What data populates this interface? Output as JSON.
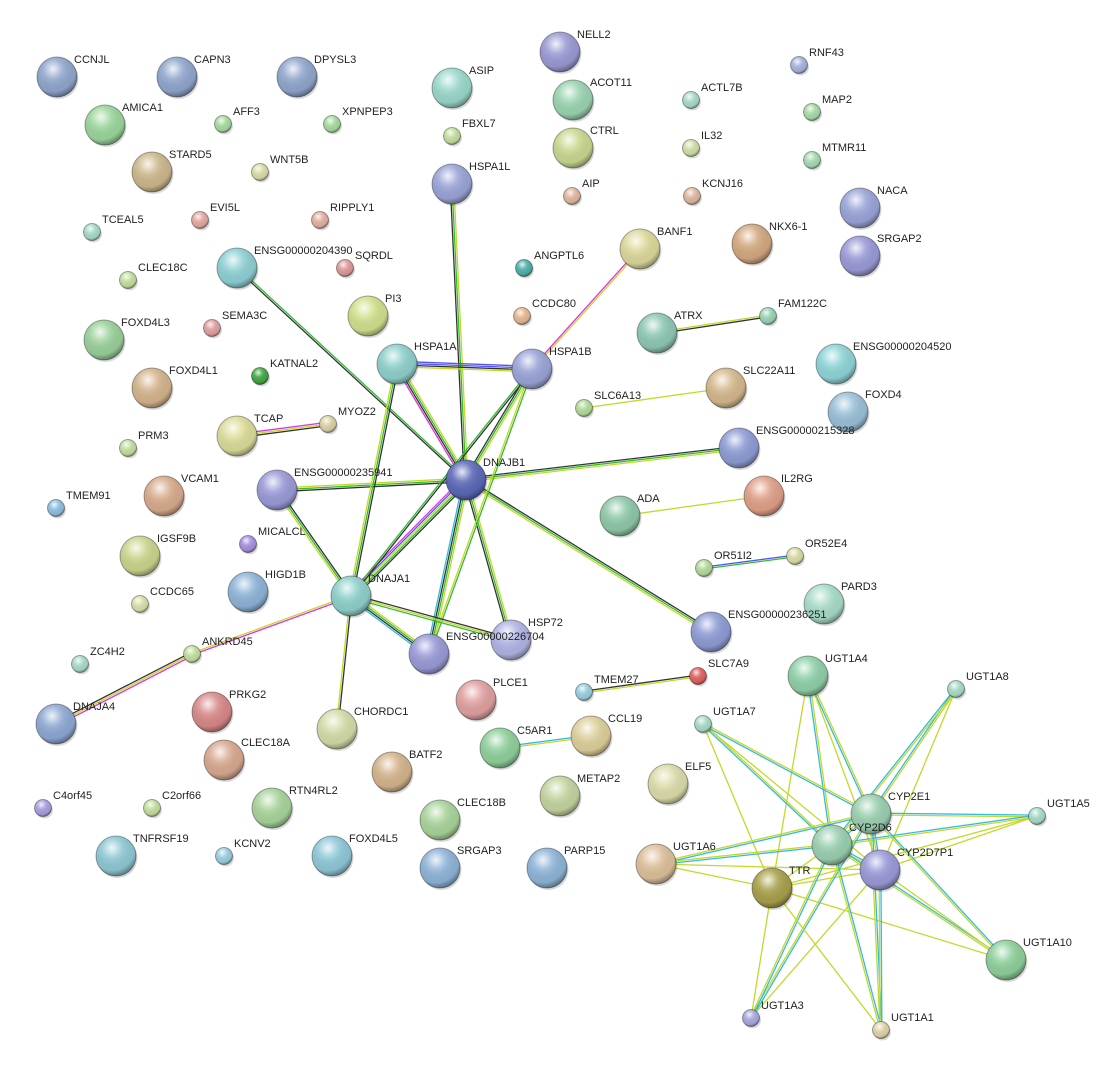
{
  "edge_colors": {
    "k": "#333333",
    "g": "#33bb33",
    "y": "#c4d82a",
    "c": "#33bbdd",
    "m": "#dd33dd",
    "b": "#5555ee"
  },
  "nodes": [
    {
      "id": "CCNJL",
      "color": "#8fa6cc"
    },
    {
      "id": "CAPN3",
      "color": "#8fa6cc"
    },
    {
      "id": "DPYSL3",
      "color": "#8fa6cc"
    },
    {
      "id": "AMICA1",
      "color": "#9bd69b"
    },
    {
      "id": "AFF3",
      "color": "#a8dca0"
    },
    {
      "id": "XPNPEP3",
      "color": "#a8dca0"
    },
    {
      "id": "STARD5",
      "color": "#cdb88c"
    },
    {
      "id": "WNT5B",
      "color": "#dcdca8"
    },
    {
      "id": "NELL2",
      "color": "#9a9ad4"
    },
    {
      "id": "ASIP",
      "color": "#9ad8cc"
    },
    {
      "id": "ACOT11",
      "color": "#9ad4b0"
    },
    {
      "id": "FBXL7",
      "color": "#c4e0a0"
    },
    {
      "id": "CTRL",
      "color": "#c8d890"
    },
    {
      "id": "RNF43",
      "color": "#a8b4e0"
    },
    {
      "id": "ACTL7B",
      "color": "#a8dcc8"
    },
    {
      "id": "MAP2",
      "color": "#a8dca8"
    },
    {
      "id": "IL32",
      "color": "#d0e0a8"
    },
    {
      "id": "MTMR11",
      "color": "#a8dcb4"
    },
    {
      "id": "HSPA1L",
      "color": "#9aa4d8"
    },
    {
      "id": "AIP",
      "color": "#e0b8a0"
    },
    {
      "id": "KCNJ16",
      "color": "#e0b8a0"
    },
    {
      "id": "NACA",
      "color": "#9aa4d8"
    },
    {
      "id": "TCEAL5",
      "color": "#a8dcc8"
    },
    {
      "id": "EVI5L",
      "color": "#e4aaa0"
    },
    {
      "id": "RIPPLY1",
      "color": "#e4b0a0"
    },
    {
      "id": "ENSG00000204390",
      "color": "#8ed0d4"
    },
    {
      "id": "SQRDL",
      "color": "#e09a9a"
    },
    {
      "id": "ANGPTL6",
      "color": "#4fb0a8"
    },
    {
      "id": "BANF1",
      "color": "#dcd89a"
    },
    {
      "id": "NKX6-1",
      "color": "#d4a880"
    },
    {
      "id": "SRGAP2",
      "color": "#9a9ad8"
    },
    {
      "id": "CLEC18C",
      "color": "#c4e0a0"
    },
    {
      "id": "PI3",
      "color": "#d0e08c"
    },
    {
      "id": "CCDC80",
      "color": "#e8b890"
    },
    {
      "id": "SEMA3C",
      "color": "#e4a0a0"
    },
    {
      "id": "FOXD4L3",
      "color": "#9ad09a"
    },
    {
      "id": "ATRX",
      "color": "#8ec8b4"
    },
    {
      "id": "FAM122C",
      "color": "#9ad4b4"
    },
    {
      "id": "ENSG00000204520",
      "color": "#8ed4d8"
    },
    {
      "id": "HSPA1A",
      "color": "#8ed0cc"
    },
    {
      "id": "HSPA1B",
      "color": "#9aa4d8"
    },
    {
      "id": "KATNAL2",
      "color": "#3fa83f"
    },
    {
      "id": "FOXD4L1",
      "color": "#d4b48c"
    },
    {
      "id": "SLC22A11",
      "color": "#d4b88c"
    },
    {
      "id": "SLC6A13",
      "color": "#b4dc9a"
    },
    {
      "id": "FOXD4",
      "color": "#9ac0d8"
    },
    {
      "id": "TCAP",
      "color": "#dcdc9a"
    },
    {
      "id": "MYOZ2",
      "color": "#dcd4a8"
    },
    {
      "id": "PRM3",
      "color": "#c4e0a0"
    },
    {
      "id": "ENSG00000215328",
      "color": "#8e9cd4"
    },
    {
      "id": "DNAJB1",
      "color": "#5a68b8"
    },
    {
      "id": "ENSG00000235941",
      "color": "#9a9ad8"
    },
    {
      "id": "VCAM1",
      "color": "#d8aa8c"
    },
    {
      "id": "IL2RG",
      "color": "#e0a088"
    },
    {
      "id": "TMEM91",
      "color": "#8ec0e0"
    },
    {
      "id": "ADA",
      "color": "#8ec8a8"
    },
    {
      "id": "MICALCL",
      "color": "#a890e0"
    },
    {
      "id": "IGSF9B",
      "color": "#ccd48c"
    },
    {
      "id": "OR51I2",
      "color": "#b4dc9a"
    },
    {
      "id": "OR52E4",
      "color": "#dcdca8"
    },
    {
      "id": "HIGD1B",
      "color": "#8eb4d8"
    },
    {
      "id": "DNAJA1",
      "color": "#8ed0cc"
    },
    {
      "id": "CCDC65",
      "color": "#dce0a8"
    },
    {
      "id": "PARD3",
      "color": "#a8dcc8"
    },
    {
      "id": "HSP72",
      "color": "#b0b4e4"
    },
    {
      "id": "ENSG00000236251",
      "color": "#8e9cd4"
    },
    {
      "id": "ENSG00000226704",
      "color": "#9a9ad8"
    },
    {
      "id": "ANKRD45",
      "color": "#c4e0a0"
    },
    {
      "id": "ZC4H2",
      "color": "#a8dcc8"
    },
    {
      "id": "SLC7A9",
      "color": "#e06060"
    },
    {
      "id": "UGT1A4",
      "color": "#8ed0a8"
    },
    {
      "id": "UGT1A8",
      "color": "#a8dcc8"
    },
    {
      "id": "TMEM27",
      "color": "#9ad0e0"
    },
    {
      "id": "PLCE1",
      "color": "#e0a0a0"
    },
    {
      "id": "PRKG2",
      "color": "#d88888"
    },
    {
      "id": "DNAJA4",
      "color": "#8ea8d4"
    },
    {
      "id": "UGT1A7",
      "color": "#a8dcc8"
    },
    {
      "id": "CHORDC1",
      "color": "#d4dca8"
    },
    {
      "id": "CCL19",
      "color": "#dcd09a"
    },
    {
      "id": "C5AR1",
      "color": "#8ed09a"
    },
    {
      "id": "CLEC18A",
      "color": "#d8a890"
    },
    {
      "id": "BATF2",
      "color": "#d4b48c"
    },
    {
      "id": "ELF5",
      "color": "#dcdcaa"
    },
    {
      "id": "METAP2",
      "color": "#c4d4a0"
    },
    {
      "id": "C4orf45",
      "color": "#a8a0e0"
    },
    {
      "id": "C2orf66",
      "color": "#c4e0a0"
    },
    {
      "id": "RTN4RL2",
      "color": "#a8d49a"
    },
    {
      "id": "CYP2E1",
      "color": "#9ad0b0"
    },
    {
      "id": "UGT1A5",
      "color": "#a8dcc8"
    },
    {
      "id": "CLEC18B",
      "color": "#a8d49a"
    },
    {
      "id": "CYP2D6",
      "color": "#9ad0b0"
    },
    {
      "id": "CYP2D7P1",
      "color": "#9a9ad8"
    },
    {
      "id": "TNFRSF19",
      "color": "#8ec8d4"
    },
    {
      "id": "KCNV2",
      "color": "#9ad0e0"
    },
    {
      "id": "FOXD4L5",
      "color": "#8ec8d8"
    },
    {
      "id": "SRGAP3",
      "color": "#8eb4d8"
    },
    {
      "id": "PARP15",
      "color": "#8eb4d8"
    },
    {
      "id": "UGT1A6",
      "color": "#dcc09a"
    },
    {
      "id": "TTR",
      "color": "#a8a04a"
    },
    {
      "id": "UGT1A10",
      "color": "#8ed09a"
    },
    {
      "id": "UGT1A3",
      "color": "#a8a8e0"
    },
    {
      "id": "UGT1A1",
      "color": "#e0d4a8"
    }
  ],
  "edges": [
    [
      "DNAJB1",
      "HSPA1L",
      "kgy"
    ],
    [
      "DNAJB1",
      "ENSG00000204390",
      "kg"
    ],
    [
      "DNAJB1",
      "HSPA1A",
      "mkgy"
    ],
    [
      "DNAJB1",
      "HSPA1B",
      "kgy"
    ],
    [
      "DNAJB1",
      "ENSG00000215328",
      "kgy"
    ],
    [
      "DNAJB1",
      "ENSG00000235941",
      "kgy"
    ],
    [
      "DNAJB1",
      "DNAJA1",
      "kgybm"
    ],
    [
      "DNAJB1",
      "ENSG00000226704",
      "ygkc"
    ],
    [
      "DNAJB1",
      "HSP72",
      "ygk"
    ],
    [
      "DNAJB1",
      "ENSG00000236251",
      "kgy"
    ],
    [
      "HSPA1A",
      "HSPA1B",
      "bbky"
    ],
    [
      "HSPA1A",
      "DNAJA1",
      "kgy"
    ],
    [
      "ENSG00000235941",
      "DNAJA1",
      "kgy"
    ],
    [
      "HSPA1B",
      "DNAJA1",
      "kg"
    ],
    [
      "HSPA1B",
      "ENSG00000226704",
      "gy"
    ],
    [
      "DNAJA1",
      "ENSG00000226704",
      "ygkc"
    ],
    [
      "DNAJA1",
      "HSP72",
      "kyg"
    ],
    [
      "DNAJA1",
      "CHORDC1",
      "ky"
    ],
    [
      "DNAJA1",
      "ANKRD45",
      "my"
    ],
    [
      "ANKRD45",
      "DNAJA4",
      "myk"
    ],
    [
      "HSPA1B",
      "BANF1",
      "my"
    ],
    [
      "TCAP",
      "MYOZ2",
      "myk"
    ],
    [
      "ATRX",
      "FAM122C",
      "yk"
    ],
    [
      "SLC6A13",
      "SLC22A11",
      "y"
    ],
    [
      "ADA",
      "IL2RG",
      "y"
    ],
    [
      "OR51I2",
      "OR52E4",
      "bg"
    ],
    [
      "TMEM27",
      "SLC7A9",
      "ky"
    ],
    [
      "C5AR1",
      "CCL19",
      "cy"
    ],
    [
      "CYP2E1",
      "CYP2D6",
      "cy"
    ],
    [
      "CYP2D6",
      "CYP2D7P1",
      "cy"
    ],
    [
      "CYP2E1",
      "CYP2D7P1",
      "cy"
    ],
    [
      "TTR",
      "CYP2D6",
      "y"
    ],
    [
      "TTR",
      "CYP2D7P1",
      "y"
    ],
    [
      "CYP2E1",
      "UGT1A4",
      "cy"
    ],
    [
      "CYP2D6",
      "UGT1A4",
      "cy"
    ],
    [
      "CYP2D7P1",
      "UGT1A4",
      "y"
    ],
    [
      "TTR",
      "UGT1A4",
      "y"
    ],
    [
      "CYP2E1",
      "UGT1A8",
      "cy"
    ],
    [
      "CYP2D6",
      "UGT1A8",
      "cy"
    ],
    [
      "CYP2D7P1",
      "UGT1A8",
      "y"
    ],
    [
      "CYP2E1",
      "UGT1A7",
      "cy"
    ],
    [
      "CYP2D6",
      "UGT1A7",
      "cy"
    ],
    [
      "CYP2D7P1",
      "UGT1A7",
      "y"
    ],
    [
      "TTR",
      "UGT1A7",
      "y"
    ],
    [
      "CYP2E1",
      "UGT1A5",
      "cy"
    ],
    [
      "CYP2D6",
      "UGT1A5",
      "cy"
    ],
    [
      "CYP2D7P1",
      "UGT1A5",
      "y"
    ],
    [
      "TTR",
      "UGT1A5",
      "y"
    ],
    [
      "CYP2E1",
      "UGT1A6",
      "cy"
    ],
    [
      "CYP2D6",
      "UGT1A6",
      "cy"
    ],
    [
      "CYP2D7P1",
      "UGT1A6",
      "y"
    ],
    [
      "TTR",
      "UGT1A6",
      "y"
    ],
    [
      "CYP2E1",
      "UGT1A10",
      "cy"
    ],
    [
      "CYP2D6",
      "UGT1A10",
      "cy"
    ],
    [
      "CYP2D7P1",
      "UGT1A10",
      "y"
    ],
    [
      "TTR",
      "UGT1A10",
      "y"
    ],
    [
      "CYP2E1",
      "UGT1A3",
      "cy"
    ],
    [
      "CYP2D6",
      "UGT1A3",
      "cy"
    ],
    [
      "CYP2D7P1",
      "UGT1A3",
      "y"
    ],
    [
      "TTR",
      "UGT1A3",
      "y"
    ],
    [
      "CYP2E1",
      "UGT1A1",
      "cy"
    ],
    [
      "CYP2D6",
      "UGT1A1",
      "cy"
    ],
    [
      "CYP2D7P1",
      "UGT1A1",
      "cy"
    ],
    [
      "TTR",
      "UGT1A1",
      "y"
    ]
  ]
}
